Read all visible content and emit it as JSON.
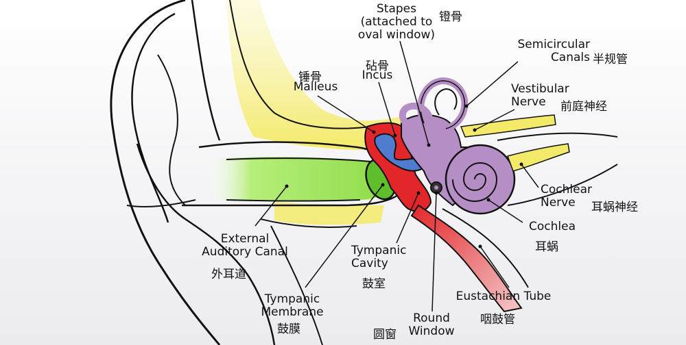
{
  "labels": {
    "stapes": {
      "en": "Stapes\n(attached to\noval window)",
      "cn": "镫骨"
    },
    "semicircular": {
      "en": "Semicircular\nCanals",
      "cn": "半规管"
    },
    "malleus": {
      "en": "Malleus",
      "cn": "锤骨"
    },
    "incus": {
      "en": "Incus",
      "cn": "砧骨"
    },
    "vestibular": {
      "en": "Vestibular\nNerve",
      "cn": "前庭神经"
    },
    "cochlear_nerve": {
      "en": "Cochlear\nNerve",
      "cn": "耳蜗神经"
    },
    "cochlea": {
      "en": "Cochlea",
      "cn": "耳蜗"
    },
    "external_canal": {
      "en": "External\nAuditory Canal",
      "cn": "外耳道"
    },
    "tympanic_cavity": {
      "en": "Tympanic\nCavity",
      "cn": "鼓室"
    },
    "tympanic_membrane": {
      "en": "Tympanic\nMembrane",
      "cn": "鼓膜"
    },
    "round_window": {
      "en": "Round\nWindow",
      "cn": "圆窗"
    },
    "eustachian": {
      "en": "Eustachian Tube",
      "cn": "咽鼓管"
    }
  },
  "colors": {
    "outline": "#111111",
    "bone": "#f7f08a",
    "canal": "#9fe35a",
    "membrane": "#5fbf2a",
    "cavity": "#e3262a",
    "ossicles": "#4f7ccf",
    "inner_ear": "#b58ec5"
  }
}
